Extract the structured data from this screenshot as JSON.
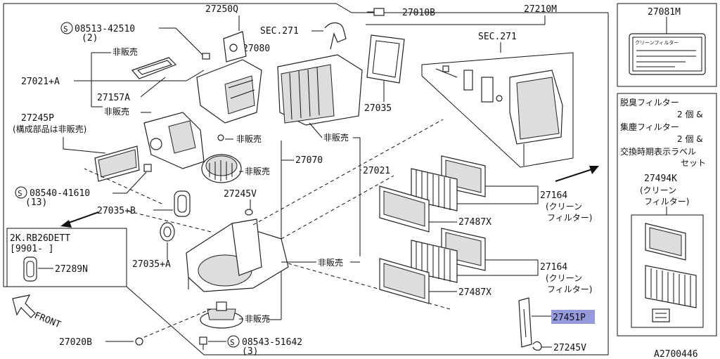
{
  "diagram_id": "A2700446",
  "labels": {
    "p27250Q": "27250Q",
    "p27010B": "27010B",
    "p27210M": "27210M",
    "p27081M": "27081M",
    "s08513": "08513-42510",
    "s08513_qty": "(2)",
    "sec271_a": "SEC.271",
    "sec271_b": "SEC.271",
    "p27080": "27080",
    "nonsale_1": "非販売",
    "p27021A": "27021+A",
    "p27157A": "27157A",
    "nonsale_2": "非販売",
    "p27245P": "27245P",
    "p27245P_note": "(構成部品は非販売)",
    "p27035": "27035",
    "nonsale_3": "非販売",
    "nonsale_4": "非販売",
    "p27070": "27070",
    "nonsale_5": "非販売",
    "p27021": "27021",
    "s08540": "08540-41610",
    "s08540_qty": "(13)",
    "p27245V_a": "27245V",
    "p27035B": "27035+B",
    "p27164_a": "27164",
    "p27164_a_note1": "(クリーン",
    "p27164_a_note2": "フィルター)",
    "p27487X_a": "27487X",
    "engine_box_line1": "2K.RB26DETT",
    "engine_box_line2": "[9901-  ]",
    "p27289N": "27289N",
    "p27035A": "27035+A",
    "nonsale_6": "非販売",
    "p27164_b": "27164",
    "p27164_b_note1": "(クリーン",
    "p27164_b_note2": "フィルター)",
    "p27487X_b": "27487X",
    "front": "FRONT",
    "p27451P": "27451P",
    "nonsale_7": "非販売",
    "p27020B": "27020B",
    "s08543": "08543-51642",
    "s08543_qty": "(3)",
    "p27245V_b": "27245V",
    "kit_title1": "脱臭フィルター",
    "kit_qty1": "2 個 &",
    "kit_title2": "集塵フィルター",
    "kit_qty2": "2 個 &",
    "kit_title3": "交換時期表示ラベル",
    "kit_title3b": "セット",
    "p27494K": "27494K",
    "p27494K_note1": "(クリーン",
    "p27494K_note2": "フィルター)",
    "label_text": "クリーンフィルター"
  },
  "highlight_color": "#8a8fd8"
}
